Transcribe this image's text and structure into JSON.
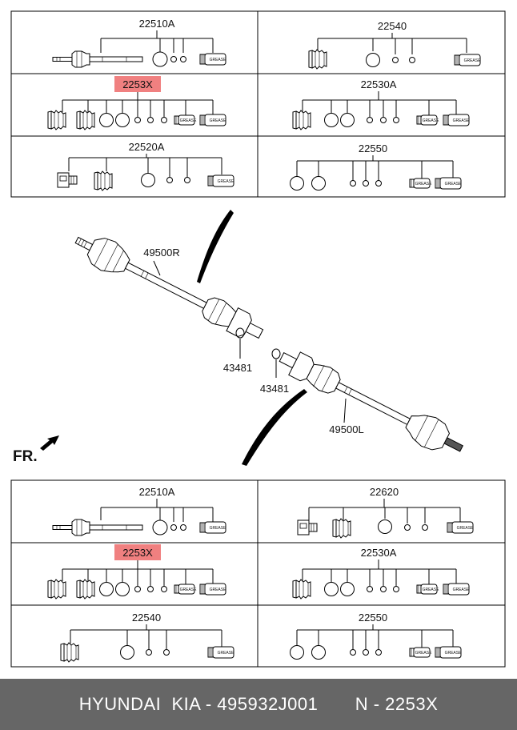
{
  "colors": {
    "highlight": "#f08080",
    "footer_bg": "#666666",
    "line": "#000000"
  },
  "top_table": {
    "cells": [
      {
        "id": "22510A",
        "label": "22510A",
        "highlight": false
      },
      {
        "id": "22540",
        "label": "22540",
        "highlight": false
      },
      {
        "id": "2253X",
        "label": "2253X",
        "highlight": true
      },
      {
        "id": "22530A",
        "label": "22530A",
        "highlight": false
      },
      {
        "id": "22520A",
        "label": "22520A",
        "highlight": false
      },
      {
        "id": "22550",
        "label": "22550",
        "highlight": false
      }
    ]
  },
  "bottom_table": {
    "cells": [
      {
        "id": "22510A",
        "label": "22510A",
        "highlight": false
      },
      {
        "id": "22620",
        "label": "22620",
        "highlight": false
      },
      {
        "id": "2253X",
        "label": "2253X",
        "highlight": true
      },
      {
        "id": "22530A",
        "label": "22530A",
        "highlight": false
      },
      {
        "id": "22540",
        "label": "22540",
        "highlight": false
      },
      {
        "id": "22550",
        "label": "22550",
        "highlight": false
      }
    ]
  },
  "grease_text": "GREASE",
  "callouts": {
    "shaft_right": "49500R",
    "shaft_left": "49500L",
    "ring_right": "43481",
    "ring_left": "43481"
  },
  "direction_label": "FR.",
  "footer": {
    "brand": "HYUNDAI  KIA - 495932J001",
    "code": "N - 2253X"
  },
  "icons": [
    "fr-arrow-icon",
    "grease-tube-icon",
    "cv-joint-icon",
    "boot-icon",
    "clamp-ring-icon",
    "snap-ring-icon"
  ]
}
